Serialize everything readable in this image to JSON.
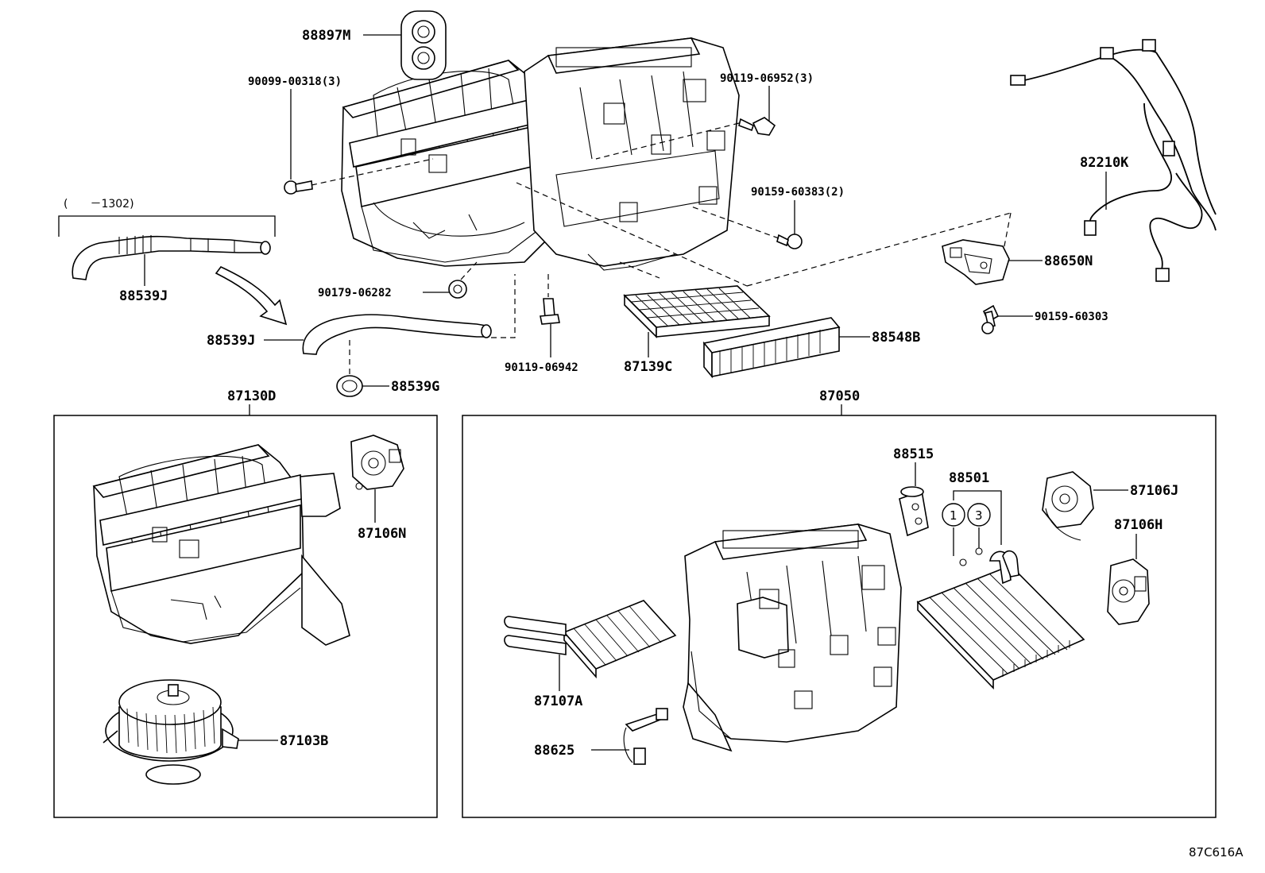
{
  "drawing_ref": "87C616A",
  "note": "(　　－1302)",
  "labels": {
    "p88897M": "88897M",
    "p90099_00318": "90099-00318(3)",
    "p90119_06952": "90119-06952(3)",
    "p82210K": "82210K",
    "p90159_60383": "90159-60383(2)",
    "p88650N": "88650N",
    "p88539J_top": "88539J",
    "p90179_06282": "90179-06282",
    "p90159_60303": "90159-60303",
    "p88539J_mid": "88539J",
    "p88548B": "88548B",
    "p88539G": "88539G",
    "p87139C": "87139C",
    "p90119_06942": "90119-06942",
    "p87130D": "87130D",
    "p87050": "87050",
    "p88515": "88515",
    "p88501": "88501",
    "p87106J": "87106J",
    "p87106N": "87106N",
    "p87106H": "87106H",
    "p87107A": "87107A",
    "p87103B": "87103B",
    "p88625": "88625",
    "circle_1": "1",
    "circle_3": "3"
  }
}
